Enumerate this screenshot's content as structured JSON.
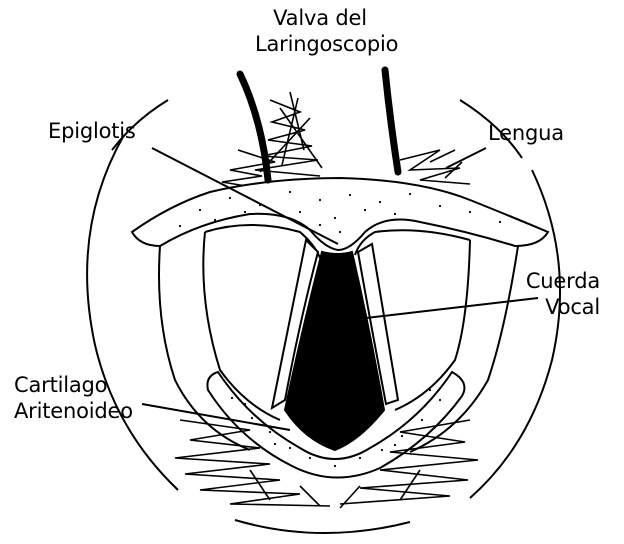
{
  "labels": {
    "valva": [
      "Valva del",
      "Laringoscopio"
    ],
    "epiglotis": "Epiglotis",
    "lengua": "Lengua",
    "cuerda": [
      "Cuerda",
      "Vocal"
    ],
    "cartilago": [
      "Cartilago",
      "Aritenoideo"
    ]
  },
  "colors": {
    "ink": "#000000",
    "background": "#ffffff"
  }
}
